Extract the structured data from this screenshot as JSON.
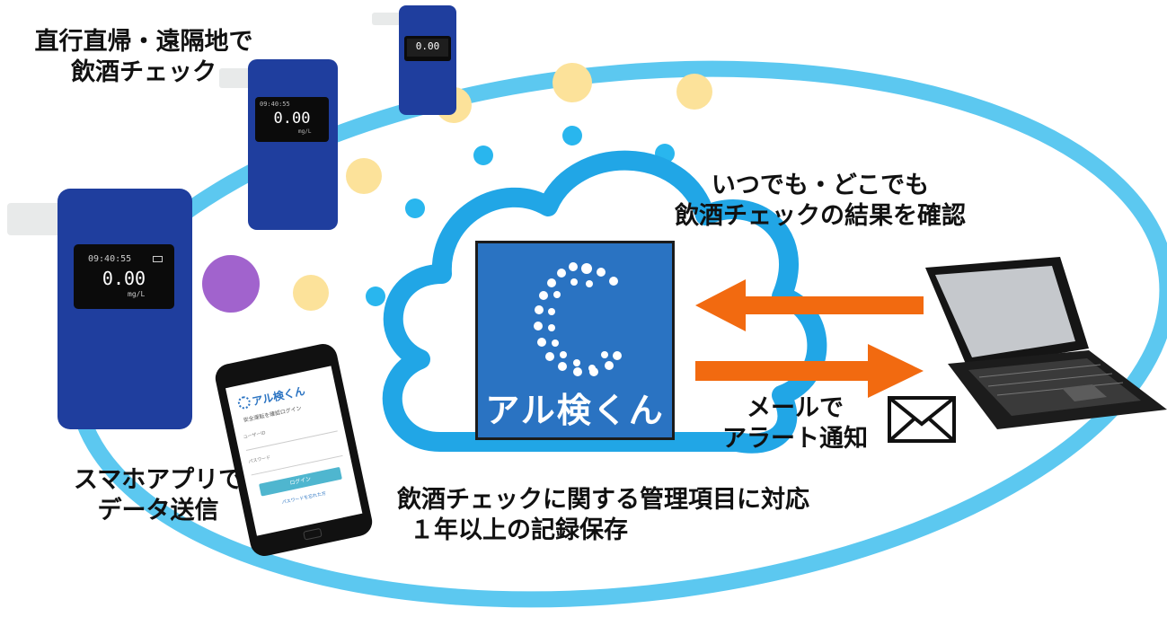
{
  "captions": {
    "remote": [
      "直行直帰・遠隔地で",
      "飲酒チェック"
    ],
    "anytime": [
      "いつでも・どこでも",
      "飲酒チェックの結果を確認"
    ],
    "mail_alert": [
      "メールで",
      "アラート通知"
    ],
    "smartphone": [
      "スマホアプリで",
      "データ送信"
    ],
    "management": [
      "飲酒チェックに関する管理項目に対応",
      "１年以上の記録保存"
    ]
  },
  "service": {
    "logo_text": "アル検くん"
  },
  "checker": {
    "time": "09:40:55",
    "reading": "0.00",
    "unit": "mg/L"
  },
  "phone_app": {
    "title": "アル検くん",
    "subtitle": "安全運転を確認ログイン",
    "field1": "ユーザーID",
    "field2": "パスワード",
    "button": "ログイン",
    "footer": "パスワードを忘れた方"
  },
  "colors": {
    "ellipse": "#5cc8f0",
    "cloud": "#21a6e6",
    "arrow": "#f26a10",
    "logo_bg": "#2a73c2",
    "device": "#1f3e9e",
    "dot_yellow": "#fce29a",
    "dot_blue": "#29b6ee",
    "dot_purple": "#a163cd"
  }
}
